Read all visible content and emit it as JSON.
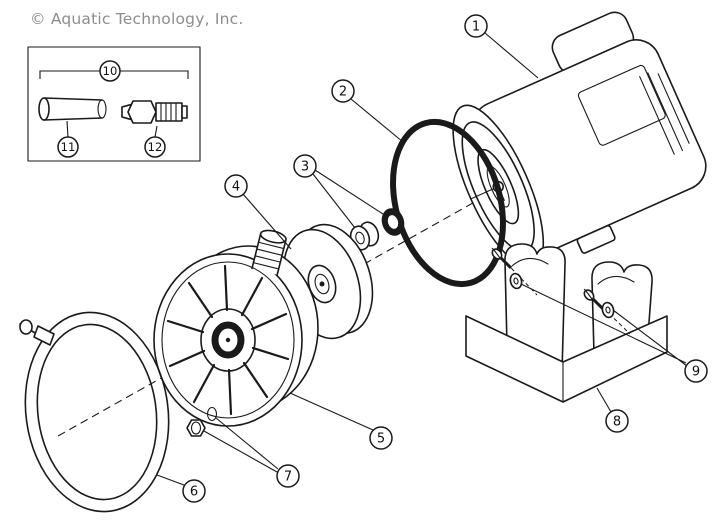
{
  "copyright": "© Aquatic Technology, Inc.",
  "diagram": {
    "callouts": [
      {
        "num": "1"
      },
      {
        "num": "2"
      },
      {
        "num": "3"
      },
      {
        "num": "4"
      },
      {
        "num": "5"
      },
      {
        "num": "6"
      },
      {
        "num": "7"
      },
      {
        "num": "8"
      },
      {
        "num": "9"
      },
      {
        "num": "10"
      },
      {
        "num": "11"
      },
      {
        "num": "12"
      }
    ]
  },
  "colors": {
    "background": "#ffffff",
    "line": "#1a1a1a",
    "copyright": "#8d8d8d"
  }
}
